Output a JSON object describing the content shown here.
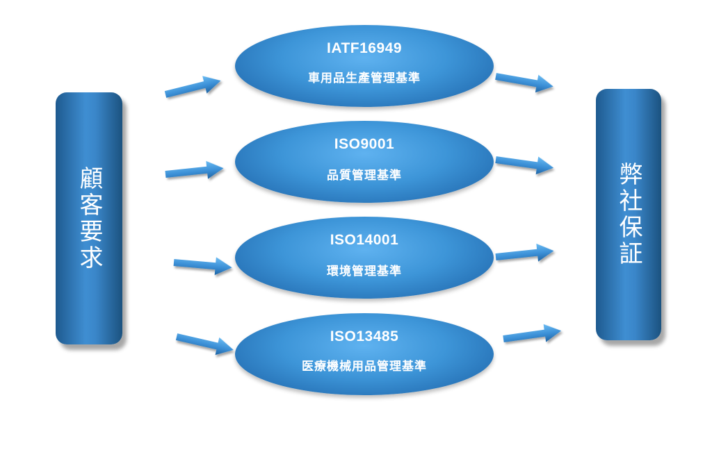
{
  "left_box": {
    "label": "顧客要求"
  },
  "right_box": {
    "label": "弊社保証"
  },
  "standards": [
    {
      "code": "IATF16949",
      "desc": "車用品生產管理基準"
    },
    {
      "code": "ISO9001",
      "desc": "品質管理基準"
    },
    {
      "code": "ISO14001",
      "desc": "環境管理基準"
    },
    {
      "code": "ISO13485",
      "desc": "医療機械用品管理基準"
    }
  ],
  "colors": {
    "arrow": "#3b8fd6",
    "pill": "#2d75b6",
    "ellipse": "#3d95d8",
    "text": "#ffffff"
  }
}
